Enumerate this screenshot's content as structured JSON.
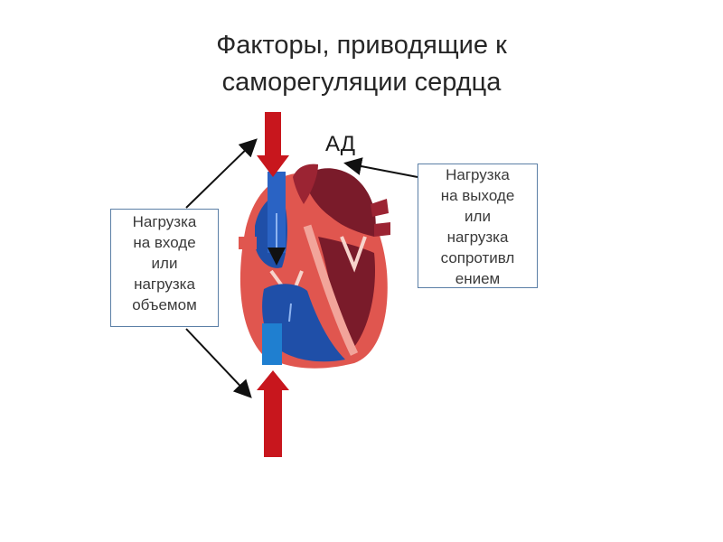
{
  "title": {
    "line1": "Факторы, приводящие к",
    "line2": "саморегуляции сердца"
  },
  "pressure_label": "АД",
  "input_load": {
    "lines": [
      "Нагрузка",
      "на входе",
      "или",
      "нагрузка",
      "объемом"
    ]
  },
  "output_load": {
    "lines": [
      "Нагрузка",
      "на выходе",
      "или",
      "нагрузка",
      "сопротивл",
      "ением"
    ]
  },
  "colors": {
    "arrow_red": "#c8161d",
    "blood_blue": "#1f4fa8",
    "heart_dark": "#7a1b2a",
    "heart_wall": "#e0564f",
    "box_border": "#5b7fa6"
  }
}
